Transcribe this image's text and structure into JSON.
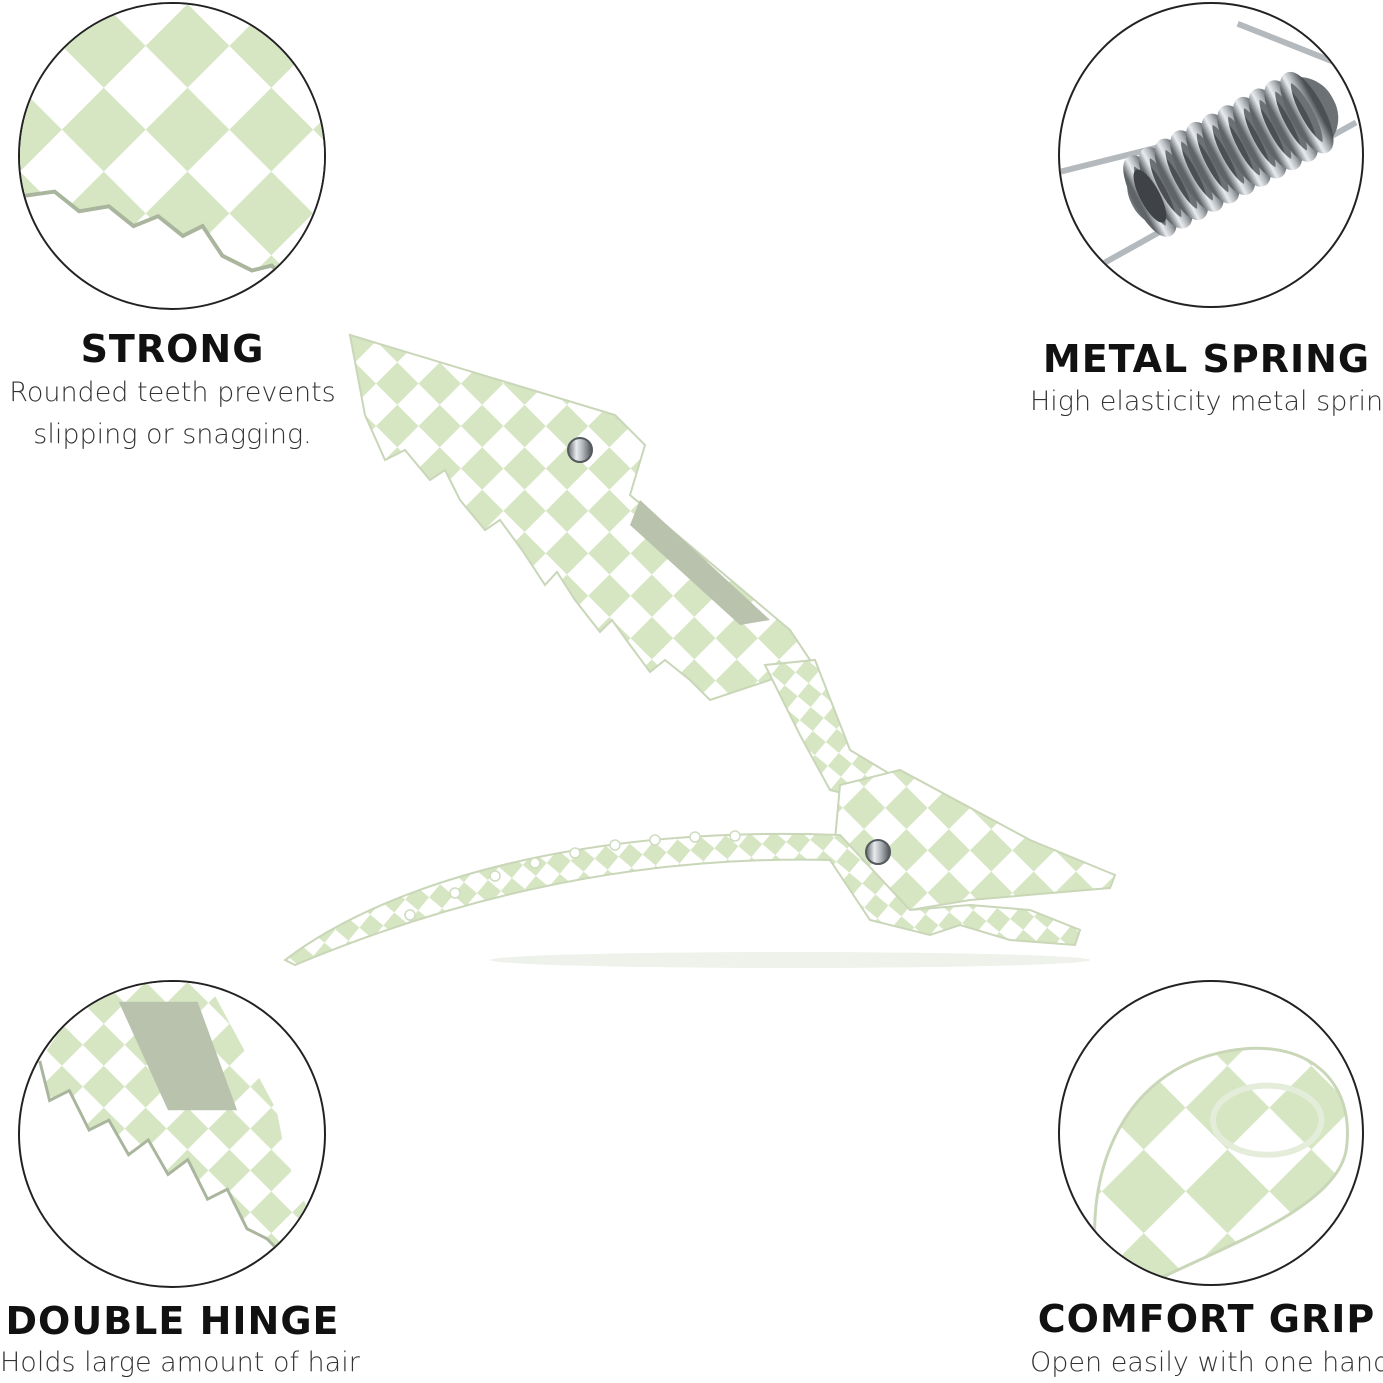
{
  "colors": {
    "background": "#ffffff",
    "sage": "#d6e6c3",
    "sage_dark": "#bcd3a4",
    "white": "#ffffff",
    "metal": "#9aa0a6",
    "outline": "#222222"
  },
  "features": {
    "strong": {
      "title": "STRONG",
      "desc_line1": "Rounded teeth prevents",
      "desc_line2": "slipping or snagging."
    },
    "metal_spring": {
      "title": "METAL SPRING",
      "desc_line1": "High elasticity metal spring"
    },
    "double_hinge": {
      "title": "DOUBLE HINGE",
      "desc_line1": "Holds large amount of hair"
    },
    "comfort_grip": {
      "title": "COMFORT GRIP",
      "desc_line1": "Open easily with one hand"
    }
  }
}
